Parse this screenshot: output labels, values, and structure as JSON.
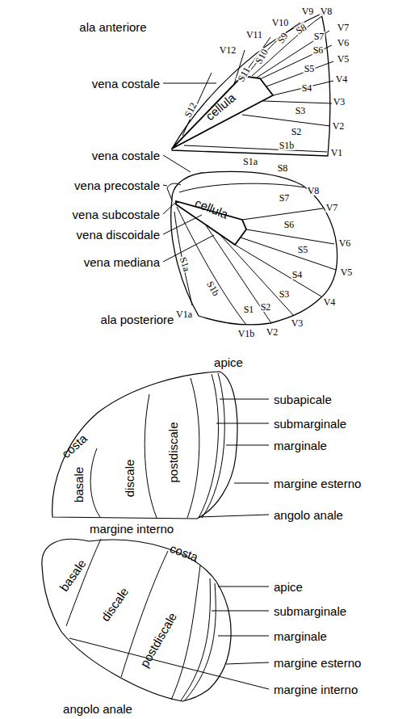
{
  "diagram": {
    "labels": [
      "ala anteriore",
      "vena costale",
      "V12",
      "V11",
      "V10",
      "V9",
      "V8",
      "V7",
      "V6",
      "V5",
      "V4",
      "V3",
      "V2",
      "V1",
      "S12",
      "S11",
      "S10",
      "S9",
      "S8",
      "S7",
      "S6",
      "S5",
      "S4",
      "S3",
      "S2",
      "S1b",
      "S1a",
      "cellula",
      "vena costale",
      "vena precostale",
      "vena subcostale",
      "vena discoidale",
      "vena mediana",
      "cellula",
      "S8",
      "V8",
      "S7",
      "V7",
      "S6",
      "V6",
      "S5",
      "V5",
      "S4",
      "V4",
      "S3",
      "V3",
      "S2",
      "V2",
      "S1",
      "V1b",
      "S1b",
      "S1a",
      "V1a",
      "ala posteriore",
      "apice",
      "subapicale",
      "submarginale",
      "marginale",
      "margine esterno",
      "angolo anale",
      "costa",
      "basale",
      "discale",
      "postdiscale",
      "margine interno",
      "basale",
      "discale",
      "postdiscale",
      "costa",
      "apice",
      "submarginale",
      "marginale",
      "margine esterno",
      "margine interno",
      "angolo anale"
    ]
  }
}
